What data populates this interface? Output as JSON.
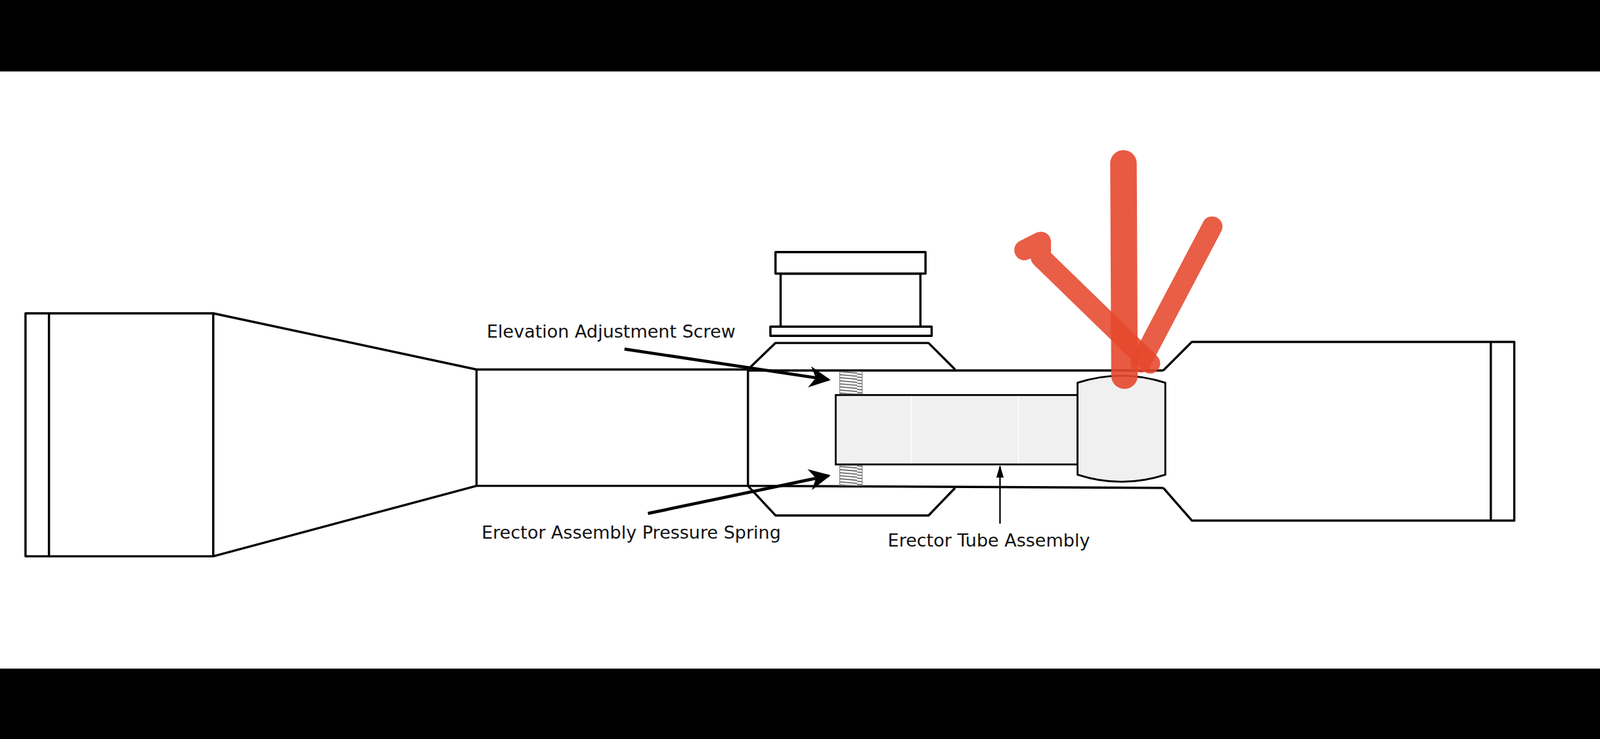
{
  "diagram": {
    "labels": [
      "Elevation Adjustment Screw",
      "Erector Assembly Pressure Spring",
      "Erector Tube Assembly"
    ]
  }
}
